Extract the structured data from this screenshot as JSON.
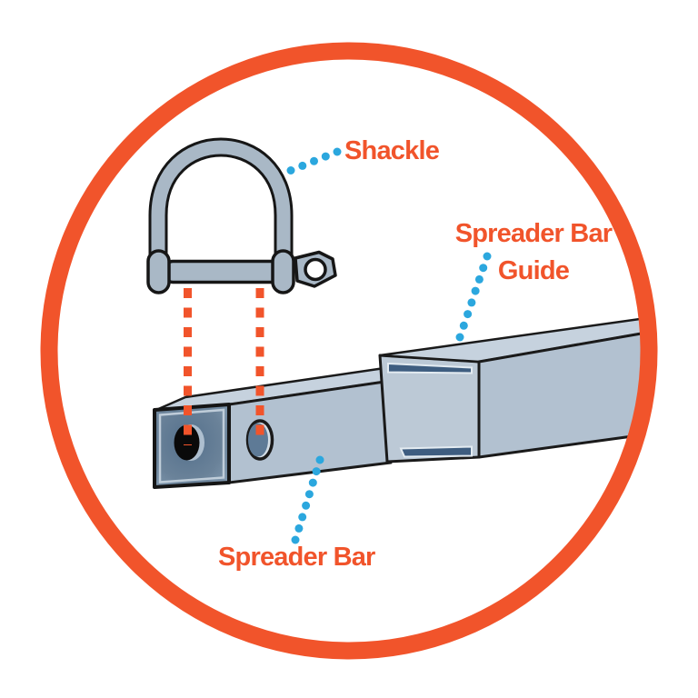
{
  "diagram": {
    "type": "technical-illustration",
    "subject": "spreader bar rigging hardware",
    "labels": {
      "shackle": "Shackle",
      "guide_line1": "Spreader Bar",
      "guide_line2": "Guide",
      "spreader_bar": "Spreader Bar"
    },
    "parts": [
      {
        "name": "shackle",
        "label": "Shackle"
      },
      {
        "name": "spreader-bar-guide",
        "label": "Spreader Bar Guide"
      },
      {
        "name": "spreader-bar",
        "label": "Spreader Bar"
      }
    ],
    "colors": {
      "accent_orange": "#F1542B",
      "leader_blue": "#2BA7DE",
      "steel_light": "#C6D2DE",
      "steel_mid": "#B2C1D0",
      "steel_frame": "#BCC9D6",
      "steel_dark": "#54708C",
      "gap_navy": "#3E5D80",
      "shackle_gray": "#A9B8C6",
      "outline_black": "#1A1A1A",
      "background": "#FFFFFF"
    },
    "icons": [
      {
        "name": "orange-ring",
        "meaning": "circular magnified-detail frame"
      },
      {
        "name": "blue-dotted-leader",
        "meaning": "label pointer line"
      },
      {
        "name": "orange-dashed-line",
        "meaning": "pin-to-hole alignment guide"
      }
    ]
  }
}
